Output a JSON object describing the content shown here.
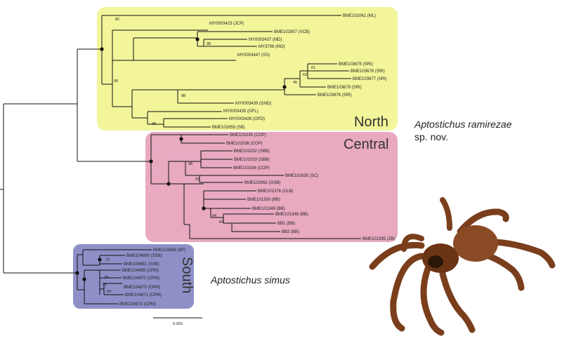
{
  "clades": {
    "north": "North",
    "central": "Central",
    "south": "South"
  },
  "species": {
    "ramirezae_name": "Aptostichus ramirezae",
    "ramirezae_suffix": "sp. nov.",
    "simus_name": "Aptostichus simus"
  },
  "scale_bar": "0.003",
  "colors": {
    "north": "#f2f59a",
    "central": "#e8a9c1",
    "south": "#8f8fc8",
    "branch": "#111111"
  },
  "tips": {
    "n1": "BME101061 (ML)",
    "n2": "MY0003423 (JCP)",
    "n3": "BME102857 (VCB)",
    "n4": "MY0003437 (MD)",
    "n5": "MY3706 (MO)",
    "n6": "MY0003447 (SS)",
    "n7": "BME103675 (SRI)",
    "n8": "BME103678 (SRI)",
    "n9": "BME103677 (SRI)",
    "n10": "BME103679 (SRI)",
    "n11": "BME103676 (SRI)",
    "n12": "MY0003439 (GND)",
    "n13": "MY0003435 (OFL)",
    "n14": "MY0003426 (OPD)",
    "n15": "BME102859 (SB)",
    "c1": "BME101035 (COP)",
    "c2": "BME101036 (COP)",
    "c3": "BME101032 (SBB)",
    "c4": "BME101033 (SBB)",
    "c5": "BME101034 (COP)",
    "c6": "BME101635 (SC)",
    "c7": "BME102862 (OSB)",
    "c8": "BME101376 (CLB)",
    "c9": "BME101350 (BB)",
    "c10": "BME101349 (BB)",
    "c11": "BME101348 (BB)",
    "c12": "BB1 (BB)",
    "c13": "BB2 (BB)",
    "c14": "BME101395 (ZB)",
    "s1": "BME102868 (BF)",
    "s2": "BME104880 (SSB)",
    "s3": "BME104881 (SSB)",
    "s4": "BME104869 (CPM)",
    "s5": "BME104872 (CPM)",
    "s6": "BME104870 (CPM)",
    "s7": "BME104871 (CPM)",
    "s8": "BME104873 (CPM)"
  },
  "supports": {
    "v82": "82",
    "v96": "96",
    "v90": "90",
    "v98a": "98",
    "v61": "61",
    "v63": "63",
    "v45": "45",
    "v98b": "98",
    "v98c": "98",
    "v97": "97",
    "v94": "94",
    "v69": "69",
    "v72": "72",
    "v79": "79",
    "v90b": "90",
    "v84": "84"
  }
}
